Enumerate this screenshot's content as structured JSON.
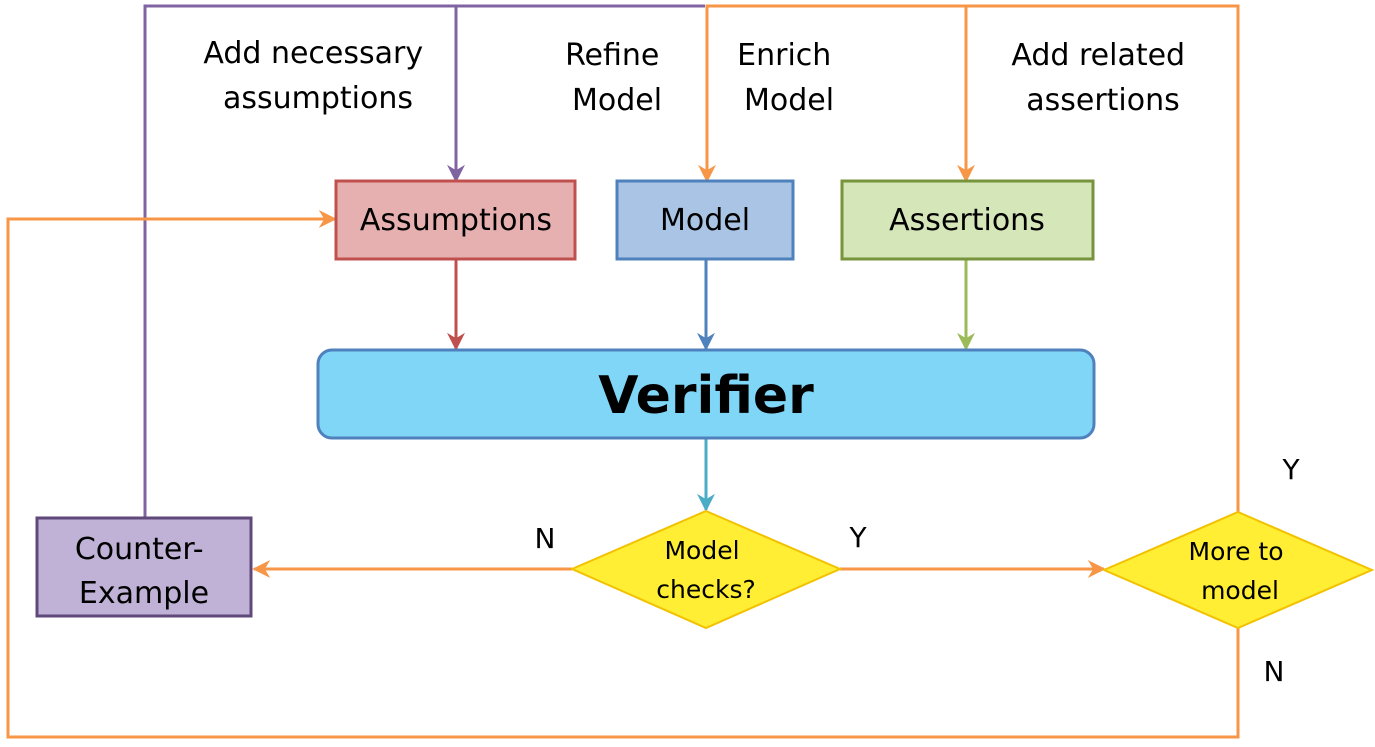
{
  "colors": {
    "purple": "#8064a2",
    "orange": "#f79646",
    "red": "#c0504d",
    "blue": "#4f81bd",
    "green": "#9bbb59",
    "cyan": "#4bacc6",
    "assumptions_fill": "#e6b0b0",
    "model_fill": "#a9c4e4",
    "assertions_fill": "#d5e6b8",
    "verifier_fill": "#7fd6f7",
    "counter_fill": "#c0b2d6",
    "diamond_fill": "#ffee33"
  },
  "captions": {
    "add_necessary_line1": "Add necessary",
    "add_necessary_line2": "assumptions",
    "refine_line1": "Refine",
    "refine_line2": "Model",
    "enrich_line1": "Enrich",
    "enrich_line2": "Model",
    "add_related_line1": "Add related",
    "add_related_line2": "assertions"
  },
  "nodes": {
    "assumptions": "Assumptions",
    "model": "Model",
    "assertions": "Assertions",
    "verifier": "Verifier",
    "counter_line1": "Counter-",
    "counter_line2": "Example",
    "model_checks_line1": "Model",
    "model_checks_line2": "checks?",
    "more_to_model_line1": "More to",
    "more_to_model_line2": "model"
  },
  "edge_labels": {
    "model_checks_no": "N",
    "model_checks_yes": "Y",
    "more_to_model_yes": "Y",
    "more_to_model_no": "N"
  }
}
